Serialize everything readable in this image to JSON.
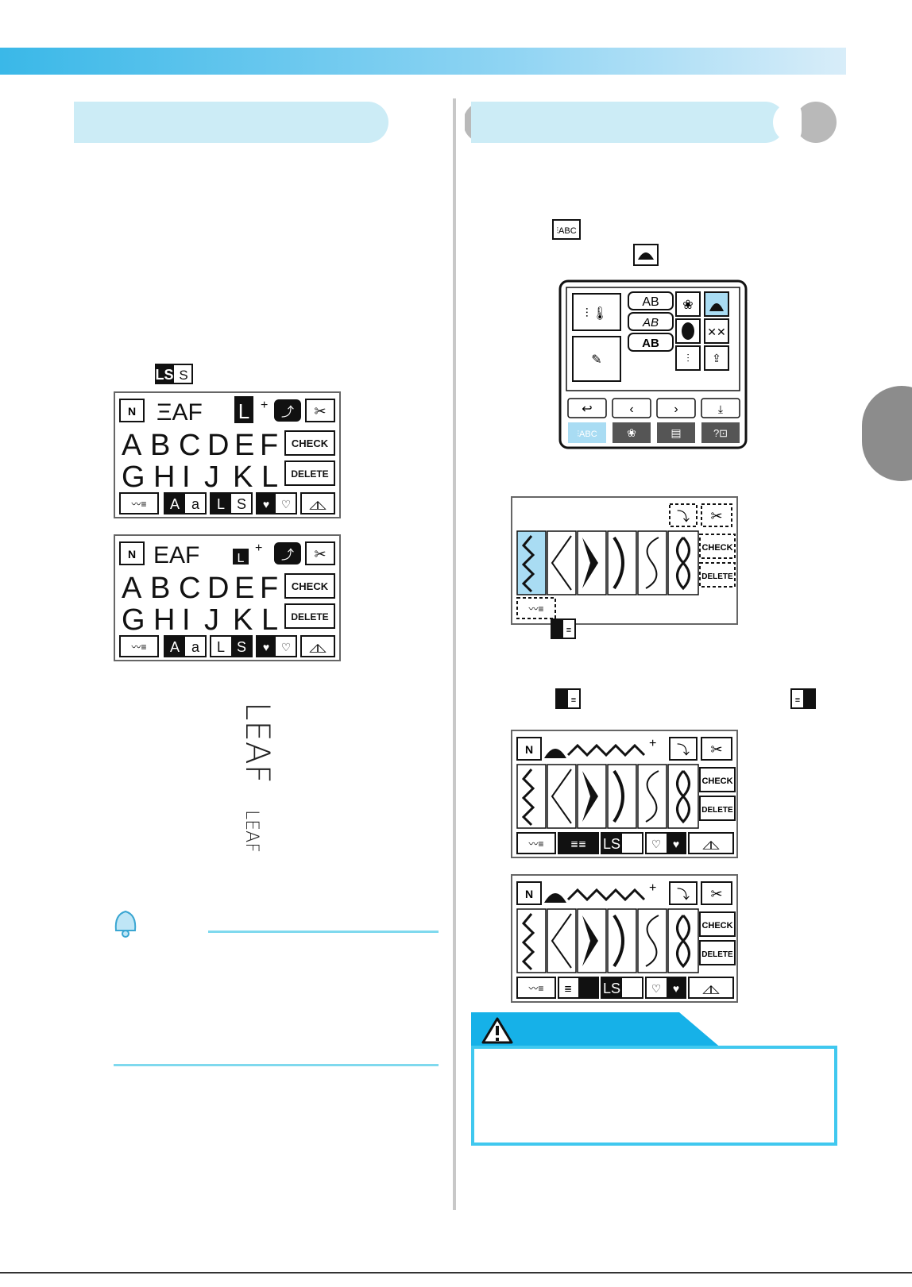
{
  "icons": {
    "stitch_mode_icon": "stitch-character-mode",
    "decorative_icon": "decorative-stitch-key",
    "size_small_icon": "size-L-S-key",
    "memo_icon": "memo-bell",
    "warning_icon": "warning-triangle",
    "density_icon": "thread-density-key"
  },
  "left_column": {
    "mode_key": "LS",
    "lcd_large": {
      "row1_text": "ΞAF",
      "row2": [
        "A",
        "B",
        "C",
        "D",
        "E",
        "F"
      ],
      "row3": [
        "G",
        "H",
        "I",
        "J",
        "K",
        "L"
      ],
      "check": "CHECK",
      "delete": "DELETE",
      "case_key": "Aa",
      "size_key": "LS"
    },
    "lcd_small": {
      "row1_text": "EAF",
      "row2": [
        "A",
        "B",
        "C",
        "D",
        "E",
        "F"
      ],
      "row3": [
        "G",
        "H",
        "I",
        "J",
        "K",
        "L"
      ],
      "check": "CHECK",
      "delete": "DELETE",
      "case_key": "Aa",
      "size_key": "LS"
    },
    "sample_large": "LEAF",
    "sample_small": "LEAF"
  },
  "right_column": {
    "menu_lcd": {
      "btn_ab1": "AB",
      "btn_ab2": "AB",
      "btn_ab3": "AB"
    },
    "lcd_select": {
      "check": "CHECK",
      "delete": "DELETE"
    },
    "lcd_dense": {
      "check": "CHECK",
      "delete": "DELETE",
      "size_key": "LS"
    },
    "lcd_normal": {
      "check": "CHECK",
      "delete": "DELETE",
      "size_key": "LS"
    }
  },
  "colors": {
    "accent": "#16b1e8",
    "section_fill": "#ccecf6",
    "warning_border": "#40c8ef",
    "selected": "#a9dcf3"
  }
}
